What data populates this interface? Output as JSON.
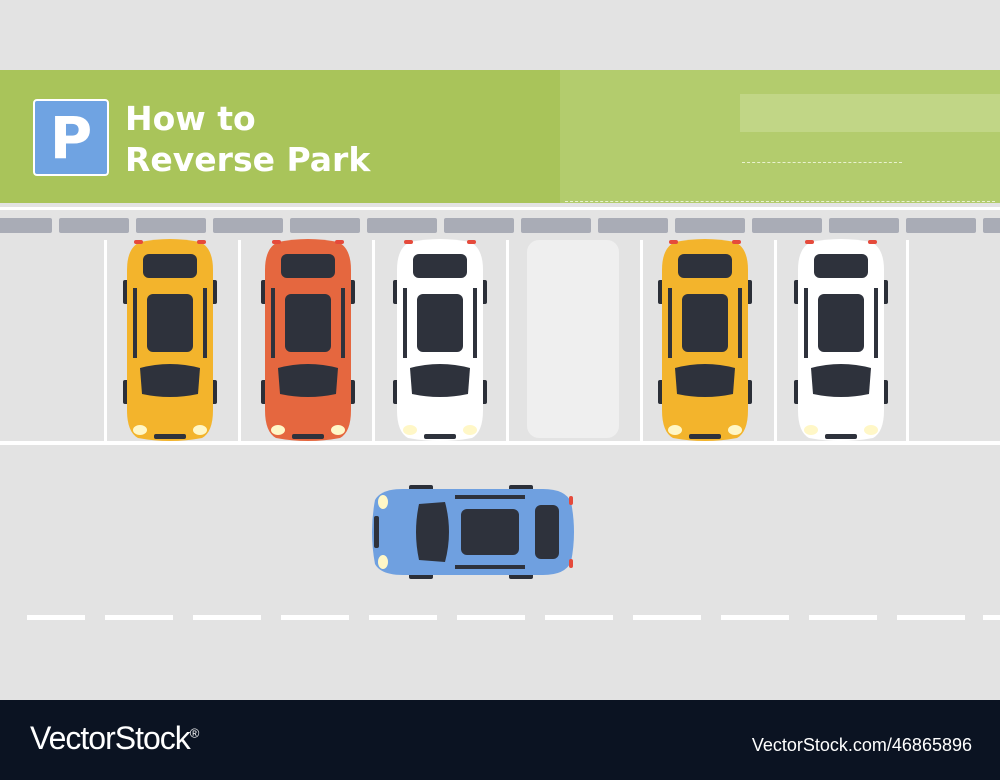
{
  "header": {
    "sign_letter": "P",
    "title": "How to\nReverse Park"
  },
  "scene": {
    "parked_cars": [
      {
        "slot": 1,
        "color": "yellow"
      },
      {
        "slot": 2,
        "color": "red"
      },
      {
        "slot": 3,
        "color": "white"
      },
      {
        "slot": 4,
        "color": "empty"
      },
      {
        "slot": 5,
        "color": "yellow"
      },
      {
        "slot": 6,
        "color": "white"
      }
    ],
    "moving_car": {
      "color": "blue",
      "facing": "left"
    }
  },
  "watermark": {
    "brand": "VectorStock",
    "registered": "®",
    "id_text": "VectorStock.com/46865896"
  },
  "colors": {
    "banner": "#a9c45a",
    "sign": "#6fa3e2",
    "asphalt": "#e3e3e3",
    "footer": "#0b1322",
    "yellow_car": "#f3b42c",
    "red_car": "#e5673f",
    "white_car": "#ffffff",
    "blue_car": "#6fa0e0"
  }
}
